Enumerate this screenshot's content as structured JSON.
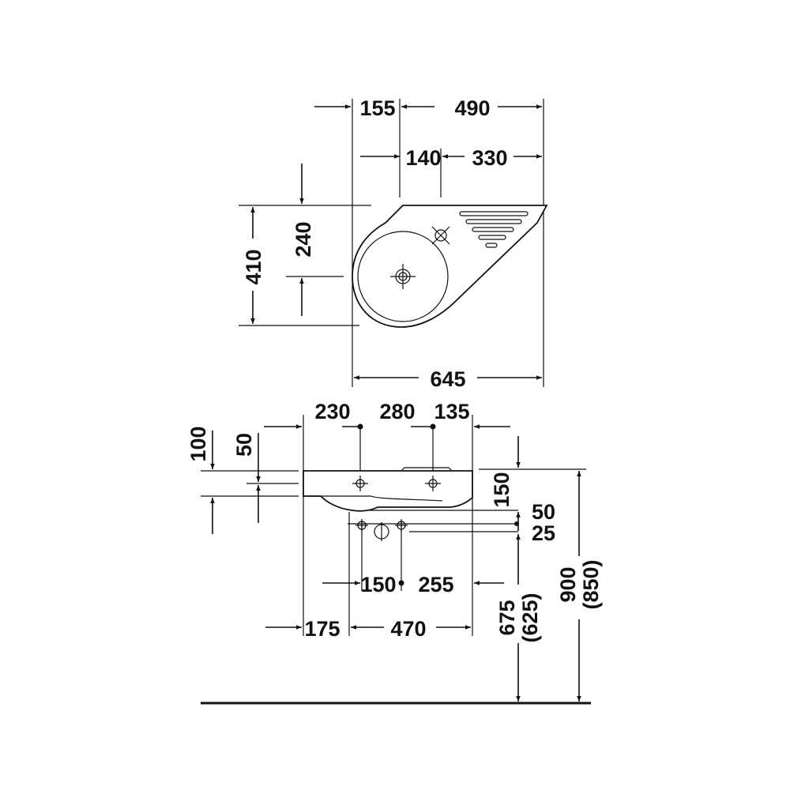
{
  "plan_view": {
    "dims": {
      "d155": "155",
      "d490": "490",
      "d140": "140",
      "d330": "330",
      "d410": "410",
      "d240": "240",
      "d645": "645"
    }
  },
  "front_view": {
    "dims": {
      "d230": "230",
      "d280": "280",
      "d135": "135",
      "d100": "100",
      "d50a": "50",
      "d150a": "150",
      "d50b": "50",
      "d25": "25",
      "d150b": "150",
      "d255": "255",
      "d175": "175",
      "d470": "470",
      "d675": "675",
      "d625": "(625)",
      "d900": "900",
      "d850": "(850)"
    }
  },
  "colors": {
    "ink": "#111111",
    "paper": "#ffffff"
  }
}
